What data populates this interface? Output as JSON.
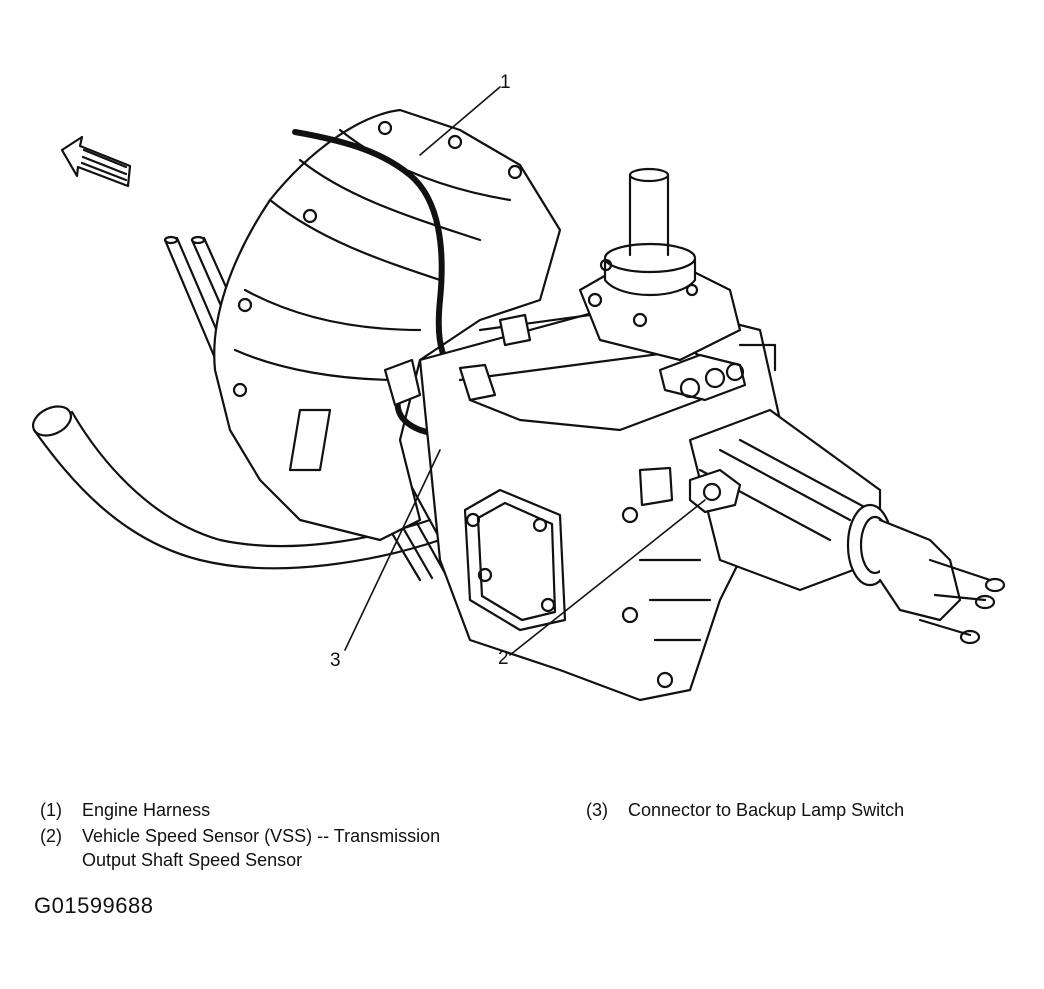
{
  "callouts": [
    {
      "num": "1"
    },
    {
      "num": "2"
    },
    {
      "num": "3"
    }
  ],
  "legend": [
    {
      "num": "(1)",
      "text": "Engine Harness"
    },
    {
      "num": "(2)",
      "text": "Vehicle Speed Sensor (VSS) -- Transmission",
      "text2": "Output Shaft Speed Sensor"
    },
    {
      "num": "(3)",
      "text": "Connector to Backup Lamp Switch"
    }
  ],
  "figure_id": "G01599688"
}
